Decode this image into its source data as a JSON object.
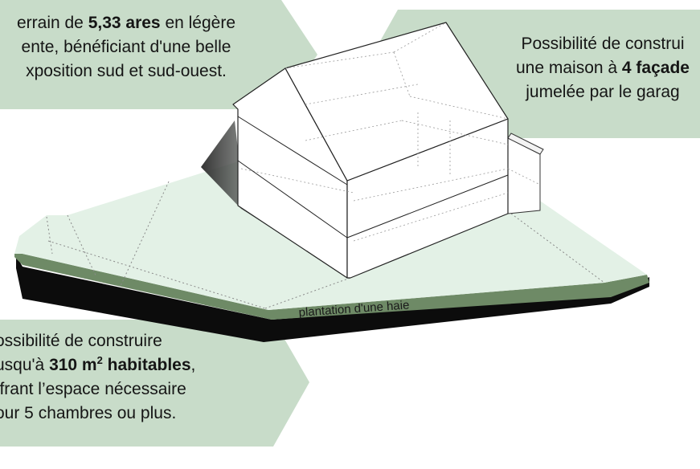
{
  "colors": {
    "callout_bg": "#c8dcc9",
    "lawn": "#e3f1e6",
    "lawn_edge": "#6e8a66",
    "base": "#0c0c0c",
    "house_wall": "#ffffff",
    "house_shadow": "#4a4a4a"
  },
  "callouts": {
    "terrain": {
      "line1_pre": "errain de ",
      "line1_bold": "5,33 ares",
      "line1_post": " en légère",
      "line2": "ente, bénéficiant d'une belle",
      "line3": "xposition sud et sud-ouest."
    },
    "facades": {
      "line1": "Possibilité de construi",
      "line2_pre": "une maison à ",
      "line2_bold": "4 façade",
      "line3": "jumelée par le garag"
    },
    "surface": {
      "line1": "ossibilité de construire",
      "line2_pre": "usqu'à ",
      "line2_bold": "310 m",
      "line2_sup": "2",
      "line2_bold2": " habitables",
      "line2_post": ",",
      "line3": "ffrant l’espace nécessaire",
      "line4": "our 5 chambres ou plus."
    }
  },
  "plot": {
    "hedge_label": "plantation d'une haie"
  }
}
